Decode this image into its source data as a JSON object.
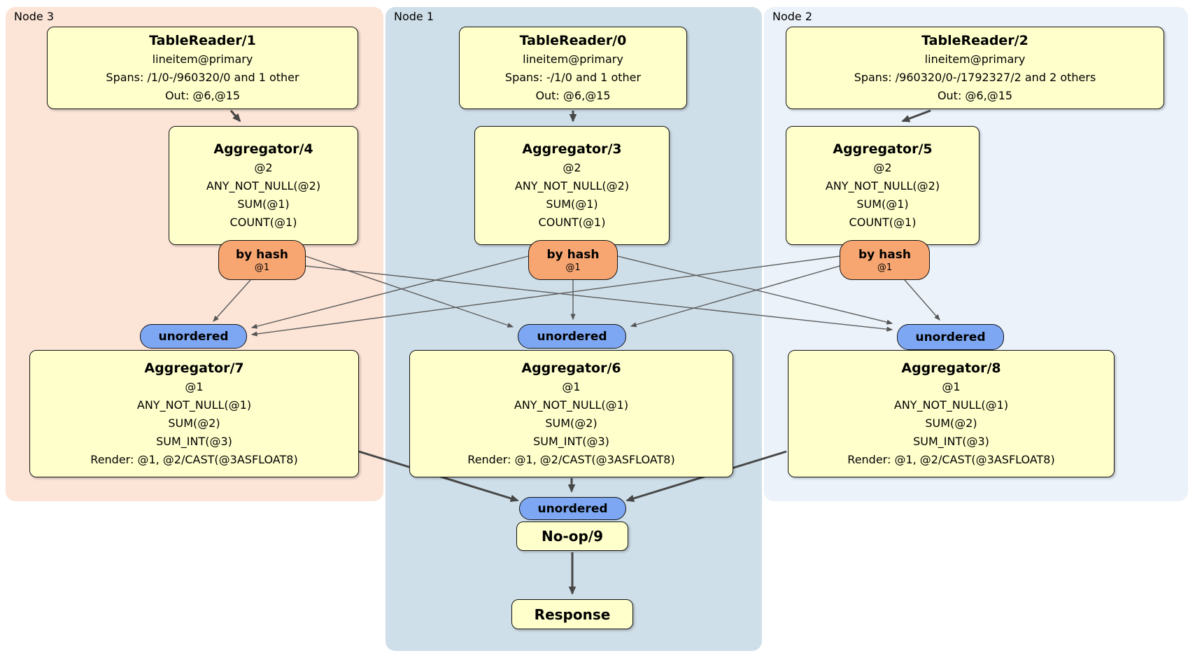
{
  "colors": {
    "panel_node3": "#fce4d7",
    "panel_node1": "#cfdfe9",
    "panel_node2": "#ebf2fa",
    "processor_fill": "#ffffcc",
    "router_fill": "#f7a671",
    "sync_fill": "#7da7f2",
    "edge": "#4d4d4d"
  },
  "node3": {
    "label": "Node 3",
    "table_reader": {
      "title": "TableReader/1",
      "lines": [
        "lineitem@primary",
        "Spans: /1/0-/960320/0 and 1 other",
        "Out: @6,@15"
      ]
    },
    "aggregator_top": {
      "title": "Aggregator/4",
      "lines": [
        "@2",
        "ANY_NOT_NULL(@2)",
        "SUM(@1)",
        "COUNT(@1)"
      ]
    },
    "router": {
      "label": "by hash",
      "detail": "@1"
    },
    "sync": "unordered",
    "aggregator_bottom": {
      "title": "Aggregator/7",
      "lines": [
        "@1",
        "ANY_NOT_NULL(@1)",
        "SUM(@2)",
        "SUM_INT(@3)",
        "Render: @1, @2/CAST(@3ASFLOAT8)"
      ]
    }
  },
  "node1": {
    "label": "Node 1",
    "table_reader": {
      "title": "TableReader/0",
      "lines": [
        "lineitem@primary",
        "Spans: -/1/0 and 1 other",
        "Out: @6,@15"
      ]
    },
    "aggregator_top": {
      "title": "Aggregator/3",
      "lines": [
        "@2",
        "ANY_NOT_NULL(@2)",
        "SUM(@1)",
        "COUNT(@1)"
      ]
    },
    "router": {
      "label": "by hash",
      "detail": "@1"
    },
    "sync": "unordered",
    "aggregator_bottom": {
      "title": "Aggregator/6",
      "lines": [
        "@1",
        "ANY_NOT_NULL(@1)",
        "SUM(@2)",
        "SUM_INT(@3)",
        "Render: @1, @2/CAST(@3ASFLOAT8)"
      ]
    },
    "final_sync": "unordered",
    "noop": "No-op/9",
    "response": "Response"
  },
  "node2": {
    "label": "Node 2",
    "table_reader": {
      "title": "TableReader/2",
      "lines": [
        "lineitem@primary",
        "Spans: /960320/0-/1792327/2 and 2 others",
        "Out: @6,@15"
      ]
    },
    "aggregator_top": {
      "title": "Aggregator/5",
      "lines": [
        "@2",
        "ANY_NOT_NULL(@2)",
        "SUM(@1)",
        "COUNT(@1)"
      ]
    },
    "router": {
      "label": "by hash",
      "detail": "@1"
    },
    "sync": "unordered",
    "aggregator_bottom": {
      "title": "Aggregator/8",
      "lines": [
        "@1",
        "ANY_NOT_NULL(@1)",
        "SUM(@2)",
        "SUM_INT(@3)",
        "Render: @1, @2/CAST(@3ASFLOAT8)"
      ]
    }
  }
}
